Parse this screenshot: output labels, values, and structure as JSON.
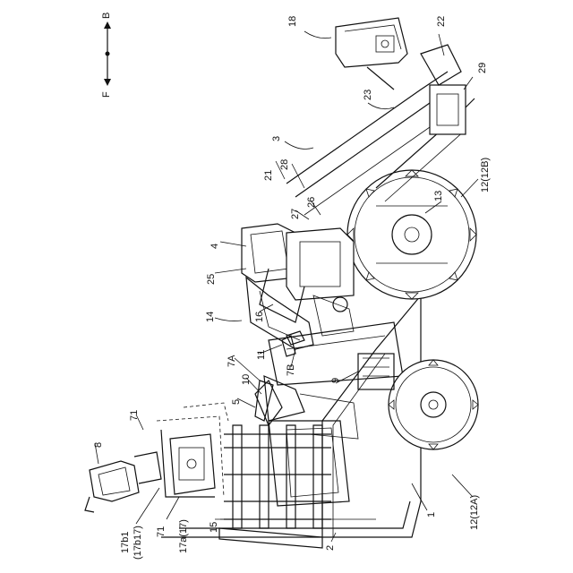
{
  "labels": {
    "dir_b": "B",
    "dir_f": "F",
    "n18": "18",
    "n22": "22",
    "n29": "29",
    "n23": "23",
    "n3": "3",
    "n21": "21",
    "n28": "28",
    "n12b": "12(12B)",
    "n13": "13",
    "n27": "27",
    "n26": "26",
    "n4": "4",
    "n25": "25",
    "n14": "14",
    "n16": "16",
    "n11": "11",
    "n7b": "7B",
    "n7a": "7A",
    "n10": "10",
    "n9": "9",
    "n5": "5",
    "n71a": "71",
    "n8": "8",
    "n17b1": "17b1",
    "n17b1b": "(17b17)",
    "n71b": "71",
    "n17a": "17a(17)",
    "n15": "15",
    "n2": "2",
    "n1": "1",
    "n12a": "12(12A)"
  }
}
